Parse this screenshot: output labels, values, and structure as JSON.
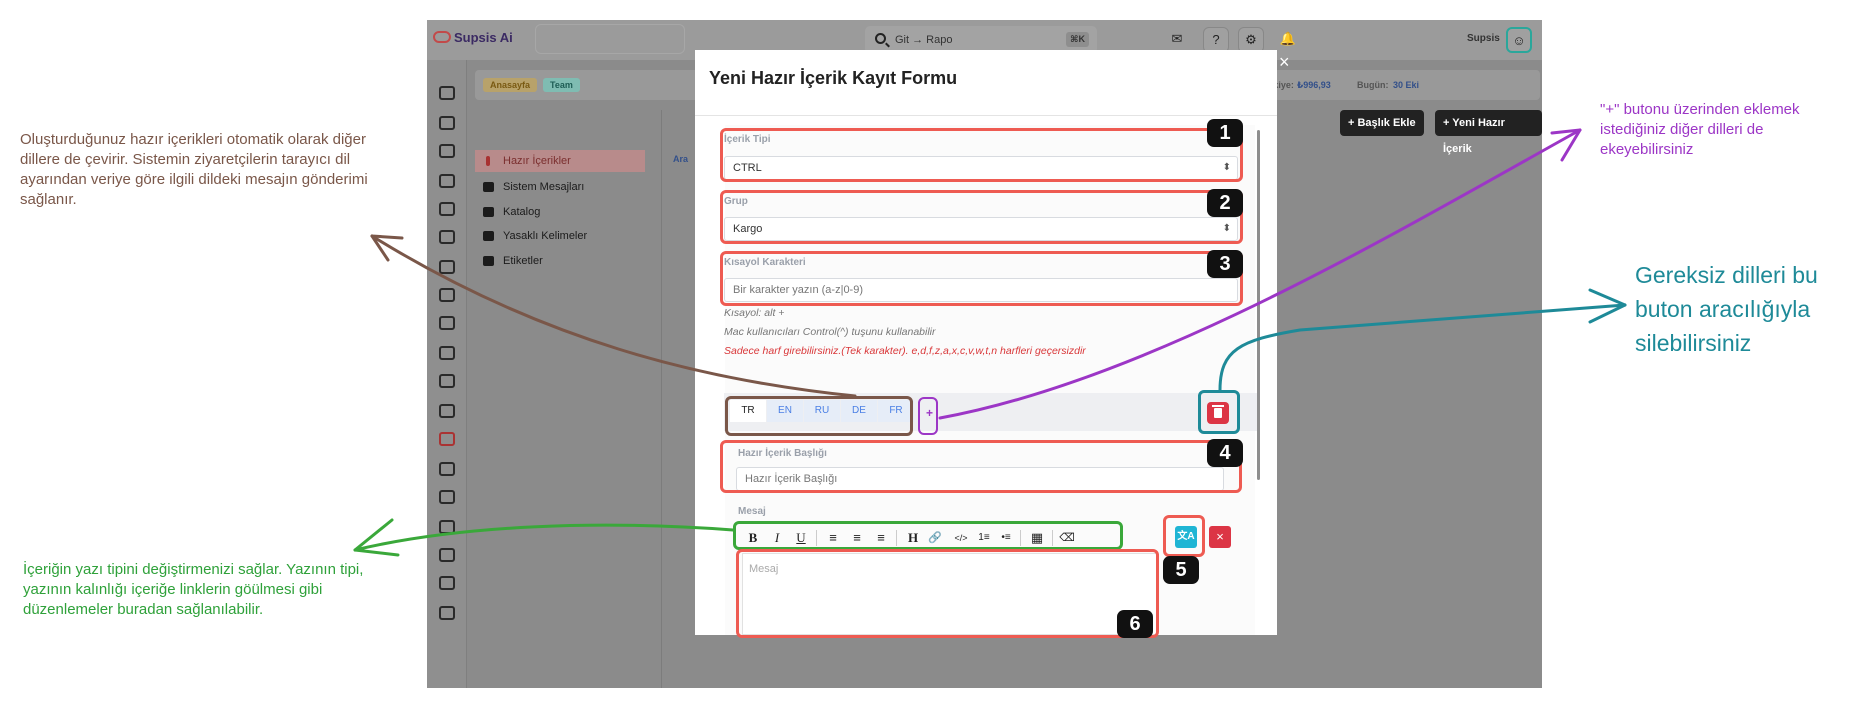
{
  "app": {
    "brand": "Supsis Ai",
    "search_text": "Git → Rapo",
    "search_shortcut": "⌘K",
    "user_name": "Supsis",
    "breadcrumbs": [
      "Anasayfa",
      "Team"
    ],
    "wp_balance_label": "WP Bakiye:",
    "wp_balance_value": "₺996,93",
    "today_label": "Bugün:",
    "today_value": "30 Eki",
    "add_title_button": "Başlık Ekle",
    "new_content_button": "Yeni Hazır İçerik",
    "submenu": [
      "Hazır İçerikler",
      "Sistem Mesajları",
      "Katalog",
      "Yasaklı Kelimeler",
      "Etiketler"
    ],
    "submenu_partial": "Ara"
  },
  "modal": {
    "title": "Yeni Hazır İçerik Kayıt Formu",
    "close_glyph": "×",
    "content_type_label": "İçerik Tipi",
    "content_type_value": "CTRL",
    "group_label": "Grup",
    "group_value": "Kargo",
    "shortcut_label": "Kısayol Karakteri",
    "shortcut_placeholder": "Bir karakter yazın (a-z|0-9)",
    "hint_shortcut": "Kısayol: alt +",
    "hint_mac": "Mac kullanıcıları Control(^) tuşunu kullanabilir",
    "hint_letters": "Sadece harf girebilirsiniz.(Tek karakter). e,d,f,z,a,x,c,v,w,t,n harfleri geçersizdir",
    "languages": [
      "TR",
      "EN",
      "RU",
      "DE",
      "FR"
    ],
    "add_language_glyph": "+",
    "content_title_label": "Hazır İçerik Başlığı",
    "content_title_placeholder": "Hazır İçerik Başlığı",
    "message_label": "Mesaj",
    "message_placeholder": "Mesaj",
    "toolbar": [
      "B",
      "I",
      "U",
      "≡",
      "≡",
      "≡",
      "H",
      "🔗",
      "</>",
      "1≡",
      "•≡",
      "▦",
      "⌫"
    ],
    "translate_glyph": "文A",
    "remove_glyph": "×"
  },
  "badges": [
    "1",
    "2",
    "3",
    "4",
    "5",
    "6"
  ],
  "annotations": {
    "brown": "Oluşturduğunuz hazır içerikleri otomatik olarak diğer dillere de çevirir. Sistemin ziyaretçilerin tarayıcı dil ayarından  veriye göre ilgili dildeki mesajın gönderimi sağlanır.",
    "purple": "\"+\" butonu üzerinden eklemek istediğiniz diğer dilleri de ekeyebilirsiniz",
    "teal": "Gereksiz dilleri bu buton aracılığıyla silebilirsiniz",
    "green": "İçeriğin yazı tipini değiştirmenizi sağlar. Yazının tipi, yazının kalınlığı içeriğe linklerin göülmesi gibi düzenlemeler buradan sağlanılabilir."
  },
  "colors": {
    "annotation_red": "#ee5b52",
    "annotation_brown": "#7a5749",
    "annotation_purple": "#9c36c6",
    "annotation_teal": "#1e8a98",
    "annotation_green": "#3aa83a"
  }
}
